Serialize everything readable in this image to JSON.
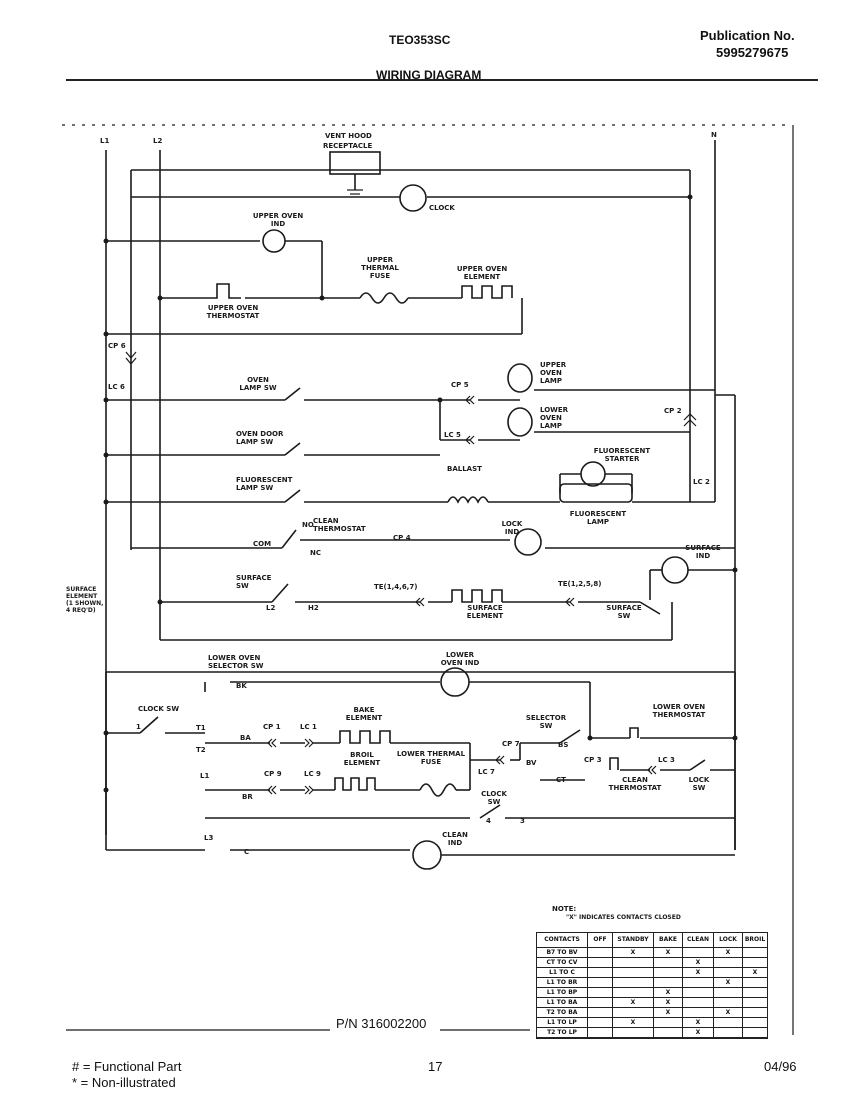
{
  "header": {
    "model": "TEO353SC",
    "pub_label": "Publication No.",
    "pub_number": "5995279675",
    "title": "WIRING DIAGRAM"
  },
  "labels": {
    "l1": "L1",
    "l2": "L2",
    "n": "N",
    "vent_hood": "VENT HOOD",
    "receptacle": "RECEPTACLE",
    "clock": "CLOCK",
    "upper_oven_ind": "UPPER OVEN IND",
    "upper_thermal_fuse": "UPPER THERMAL FUSE",
    "upper_oven_element": "UPPER OVEN ELEMENT",
    "upper_oven_thermostat": "UPPER OVEN THERMOSTAT",
    "cp6": "CP 6",
    "lc6": "LC 6",
    "oven_lamp_sw": "OVEN LAMP SW",
    "cp5": "CP 5",
    "upper_oven_lamp": "UPPER OVEN LAMP",
    "lower_oven_lamp": "LOWER OVEN LAMP",
    "cp2": "CP 2",
    "oven_door_lamp_sw": "OVEN DOOR LAMP SW",
    "lc5": "LC 5",
    "fluorescent_starter": "FLUORESCENT STARTER",
    "fluorescent_lamp_sw": "FLUORESCENT LAMP SW",
    "ballast": "BALLAST",
    "lc2": "LC 2",
    "fluorescent_lamp": "FLUORESCENT LAMP",
    "com": "COM",
    "no": "NO",
    "nc": "NC",
    "clean_thermostat_top": "CLEAN THERMOSTAT",
    "cp4": "CP 4",
    "lock_ind": "LOCK IND",
    "surface_ind": "SURFACE IND",
    "surface_sw": "SURFACE SW",
    "l2_small": "L2",
    "h2": "H2",
    "te_left": "TE(1,4,6,7)",
    "surface_element": "SURFACE ELEMENT",
    "te_right": "TE(1,2,5,8)",
    "surface_sw_right": "SURFACE SW",
    "surface_element_note": "SURFACE ELEMENT (1 SHOWN, 4 REQ'D)",
    "lower_oven_selector_sw": "LOWER OVEN SELECTOR SW",
    "lower_oven_ind": "LOWER OVEN IND",
    "clock_sw": "CLOCK SW",
    "bake_element": "BAKE ELEMENT",
    "broil_element": "BROIL ELEMENT",
    "lower_thermal_fuse": "LOWER THERMAL FUSE",
    "selector_sw": "SELECTOR SW",
    "lower_oven_thermostat": "LOWER OVEN THERMOSTAT",
    "cp1": "CP 1",
    "lc1": "LC 1",
    "cp3": "CP 3",
    "cp7": "CP 7",
    "lc7": "LC 7",
    "lc3": "LC 3",
    "lc9": "LC 9",
    "cp9": "CP 9",
    "lock_sw": "LOCK SW",
    "clean_thermostat_bottom": "CLEAN THERMOSTAT",
    "clock_sw_bottom": "CLOCK SW",
    "clean_ind": "CLEAN IND",
    "t1": "T1",
    "t2": "T2",
    "l1_small": "L1",
    "l3": "L3",
    "c": "C",
    "bk": "BK",
    "br": "BR",
    "ba": "BA",
    "bs": "BS",
    "bv": "BV",
    "ct": "CT",
    "sw1": "1",
    "sw4": "4",
    "sw3": "3"
  },
  "note": {
    "heading": "NOTE:",
    "text": "\"X\" INDICATES CONTACTS CLOSED"
  },
  "table": {
    "header": [
      "CONTACTS",
      "OFF",
      "STANDBY",
      "BAKE",
      "CLEAN",
      "LOCK",
      "BROIL"
    ],
    "rows": [
      [
        "B7 TO BV",
        "",
        "X",
        "X",
        "",
        "X",
        ""
      ],
      [
        "CT TO CV",
        "",
        "",
        "",
        "X",
        "",
        ""
      ],
      [
        "L1 TO C",
        "",
        "",
        "",
        "X",
        "",
        "X"
      ],
      [
        "L1 TO BR",
        "",
        "",
        "",
        "",
        "X",
        ""
      ],
      [
        "L1 TO BP",
        "",
        "",
        "X",
        "",
        "",
        ""
      ],
      [
        "L1 TO BA",
        "",
        "X",
        "X",
        "",
        "",
        ""
      ],
      [
        "T2 TO BA",
        "",
        "",
        "X",
        "",
        "X",
        ""
      ],
      [
        "L1 TO LP",
        "",
        "X",
        "",
        "X",
        "",
        ""
      ],
      [
        "T2 TO LP",
        "",
        "",
        "",
        "X",
        "",
        ""
      ]
    ]
  },
  "footer": {
    "pn": "P/N 316002200",
    "functional": "# = Functional Part",
    "non_illustrated": "* = Non-illustrated",
    "page": "17",
    "date": "04/96"
  }
}
